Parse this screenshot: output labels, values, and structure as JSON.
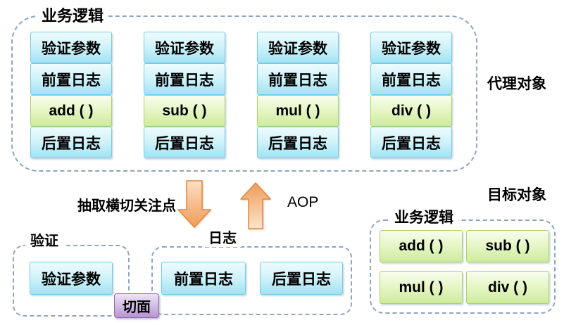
{
  "proxy": {
    "group_label": "业务逻辑",
    "side_label": "代理对象",
    "columns": [
      {
        "cells": [
          {
            "text": "验证参数",
            "type": "blue"
          },
          {
            "text": "前置日志",
            "type": "blue"
          },
          {
            "text": "add ( )",
            "type": "green"
          },
          {
            "text": "后置日志",
            "type": "blue"
          }
        ]
      },
      {
        "cells": [
          {
            "text": "验证参数",
            "type": "blue"
          },
          {
            "text": "前置日志",
            "type": "blue"
          },
          {
            "text": "sub ( )",
            "type": "green"
          },
          {
            "text": "后置日志",
            "type": "blue"
          }
        ]
      },
      {
        "cells": [
          {
            "text": "验证参数",
            "type": "blue"
          },
          {
            "text": "前置日志",
            "type": "blue"
          },
          {
            "text": "mul ( )",
            "type": "green"
          },
          {
            "text": "后置日志",
            "type": "blue"
          }
        ]
      },
      {
        "cells": [
          {
            "text": "验证参数",
            "type": "blue"
          },
          {
            "text": "前置日志",
            "type": "blue"
          },
          {
            "text": "div ( )",
            "type": "green"
          },
          {
            "text": "后置日志",
            "type": "blue"
          }
        ]
      }
    ]
  },
  "flow": {
    "extract_label": "抽取横切关注点",
    "aop_label": "AOP"
  },
  "aspects": {
    "aspect_tag": "切面",
    "validation": {
      "group_label": "验证",
      "items": [
        "验证参数"
      ]
    },
    "logging": {
      "group_label": "日志",
      "items": [
        "前置日志",
        "后置日志"
      ]
    }
  },
  "target": {
    "side_label": "目标对象",
    "group_label": "业务逻辑",
    "methods": [
      "add ( )",
      "sub ( )",
      "mul ( )",
      "div ( )"
    ]
  },
  "colors": {
    "blue_box_top": "#eefbfe",
    "blue_box_bottom": "#a2e3f3",
    "blue_box_border": "#74cce4",
    "green_box_top": "#f8fdee",
    "green_box_bottom": "#cfeb9d",
    "green_box_border": "#a9d365",
    "arrow_light": "#fcdfc2",
    "arrow_dark": "#ef9c58",
    "arrow_border": "#e08840",
    "aspect_tag_top": "#eee3f6",
    "aspect_tag_bottom": "#b893d3",
    "aspect_tag_border": "#8f6bb3",
    "dashed_border": "#8ba6c7",
    "text": "#000000"
  }
}
